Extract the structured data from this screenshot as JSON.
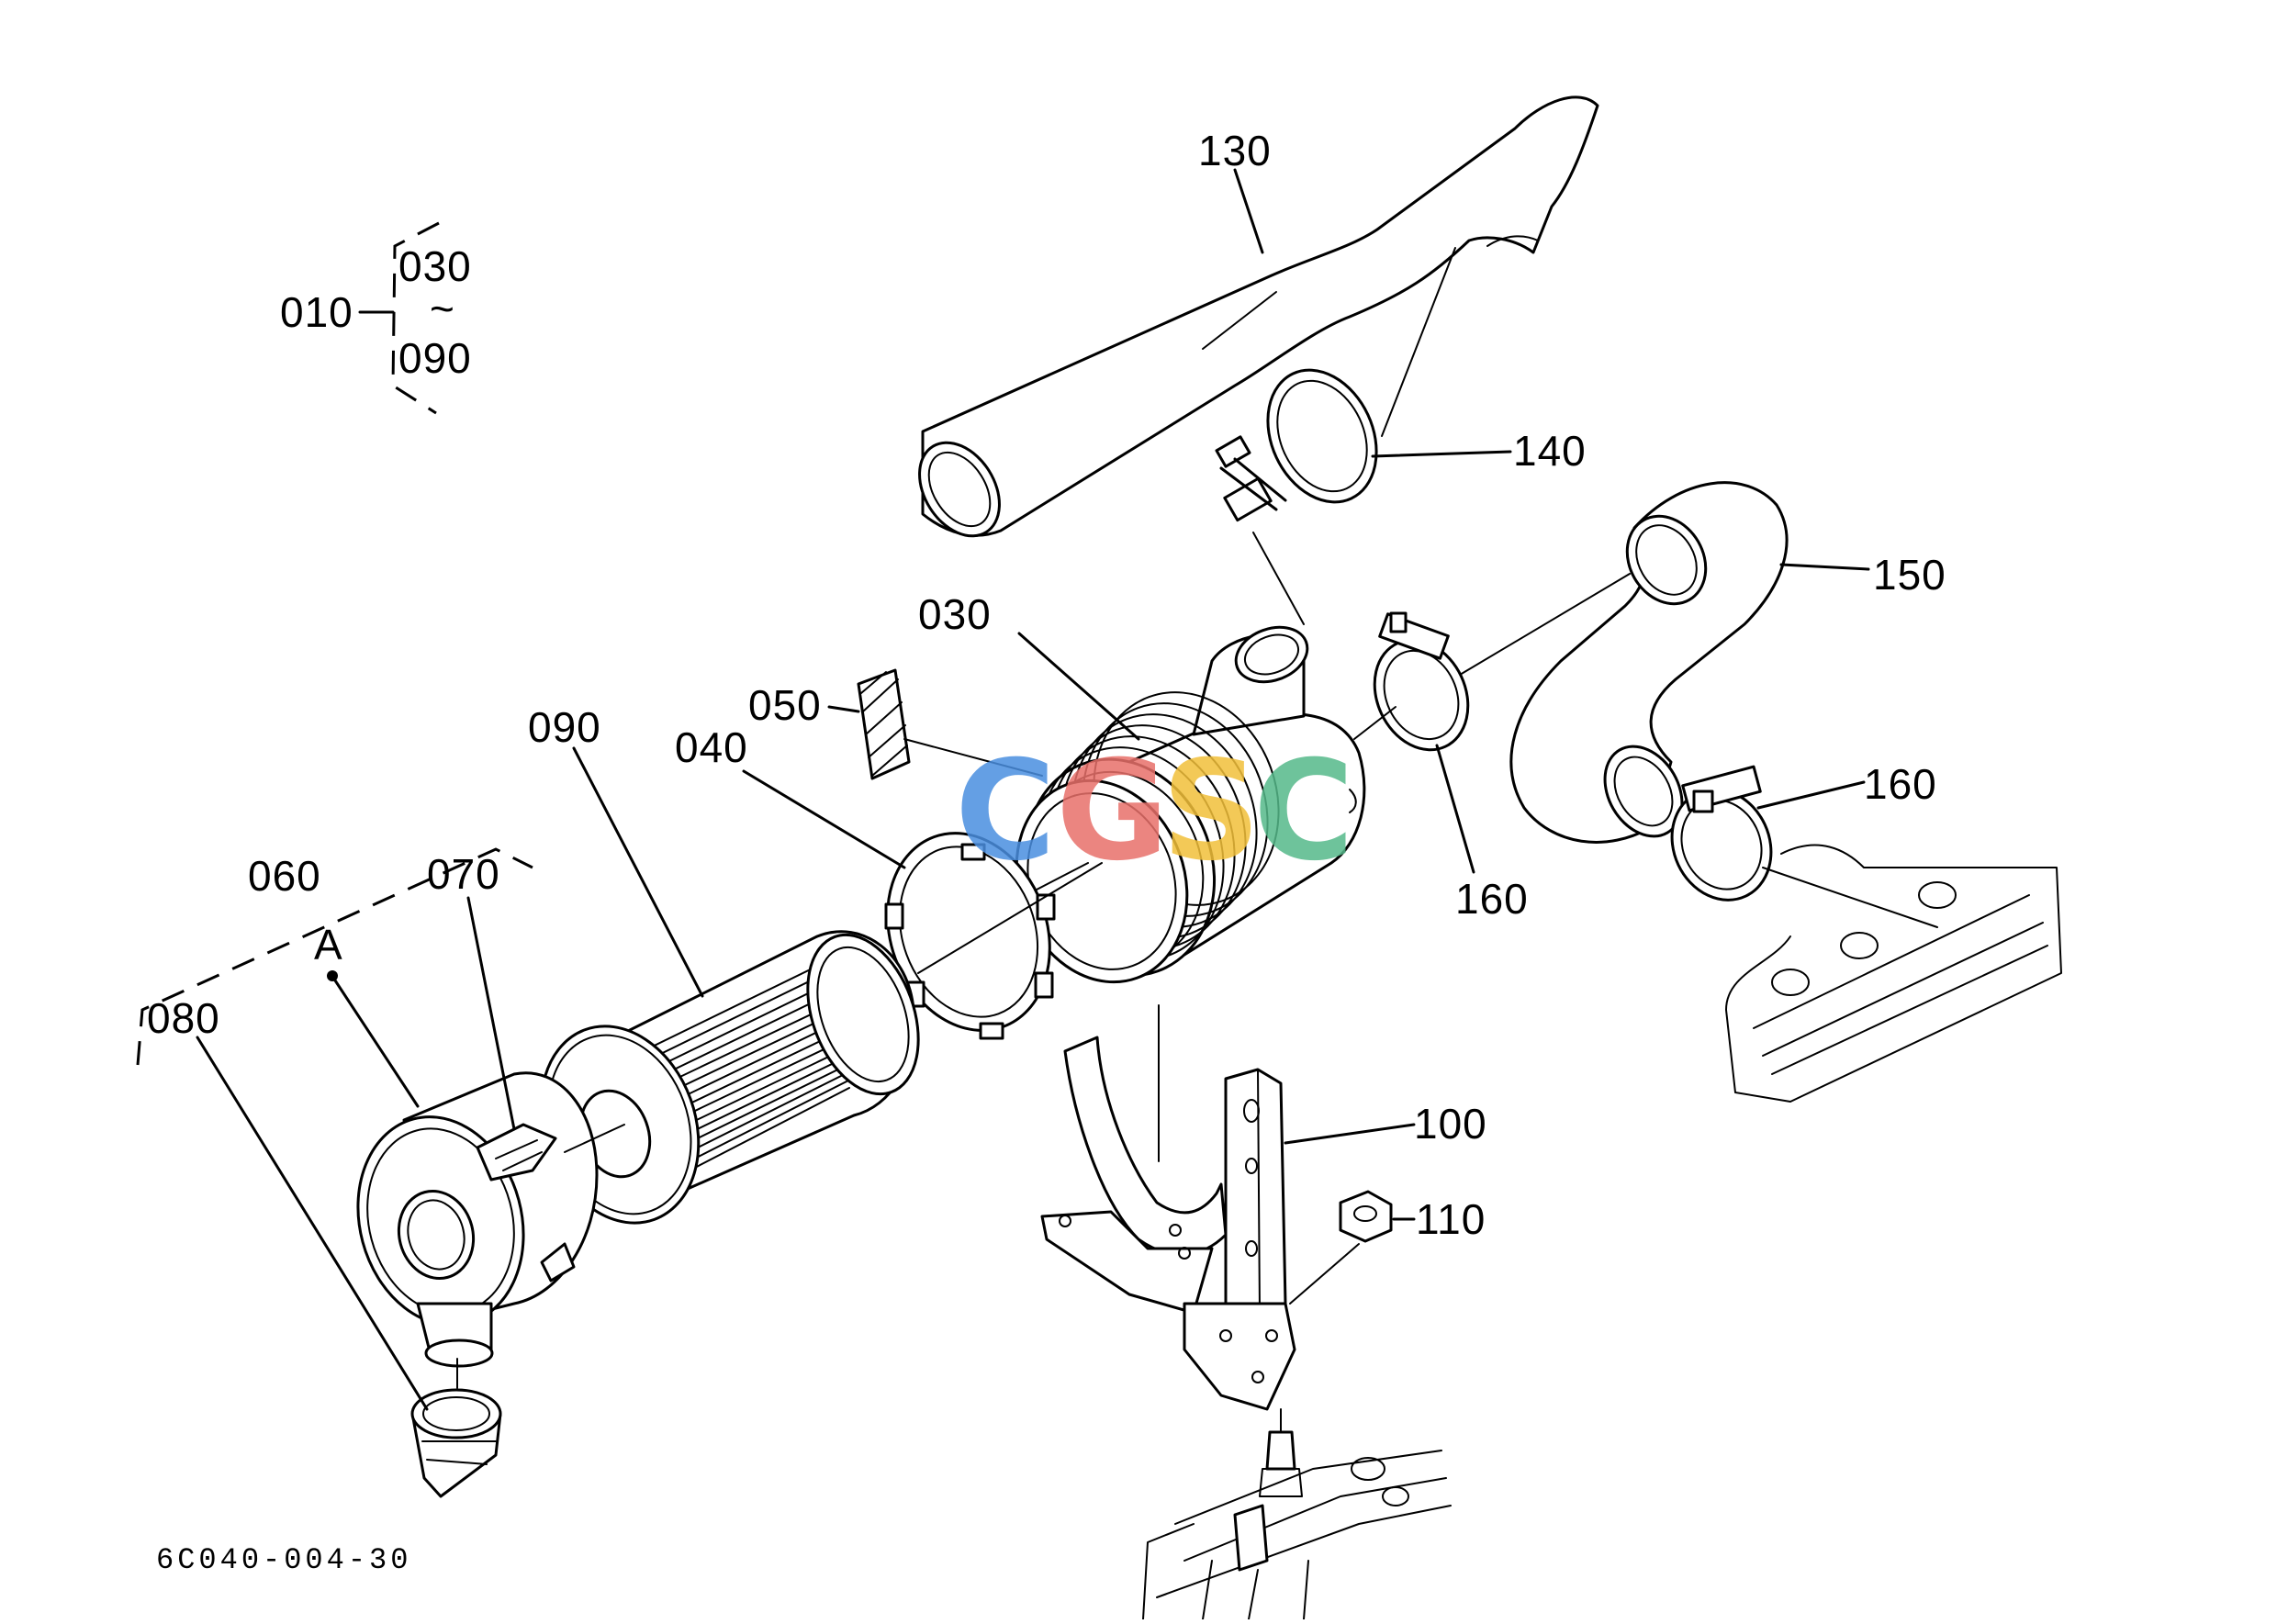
{
  "diagram": {
    "group_label": "010",
    "group_range_start": "030",
    "group_range_symbol": "~",
    "group_range_end": "090",
    "callouts": {
      "p130": "130",
      "p140": "140",
      "p150": "150",
      "p030": "030",
      "p050": "050",
      "p090": "090",
      "p040": "040",
      "p160a": "160",
      "p160b": "160",
      "p060": "060",
      "p070": "070",
      "p080": "080",
      "pA": "A",
      "p100": "100",
      "p110": "110"
    },
    "drawing_code": "6C040-004-30"
  },
  "watermark": {
    "letters": [
      "C",
      "G",
      "S",
      "C"
    ],
    "colors": [
      "#4a8fe0",
      "#e8706a",
      "#f2c03a",
      "#55b98a"
    ]
  }
}
